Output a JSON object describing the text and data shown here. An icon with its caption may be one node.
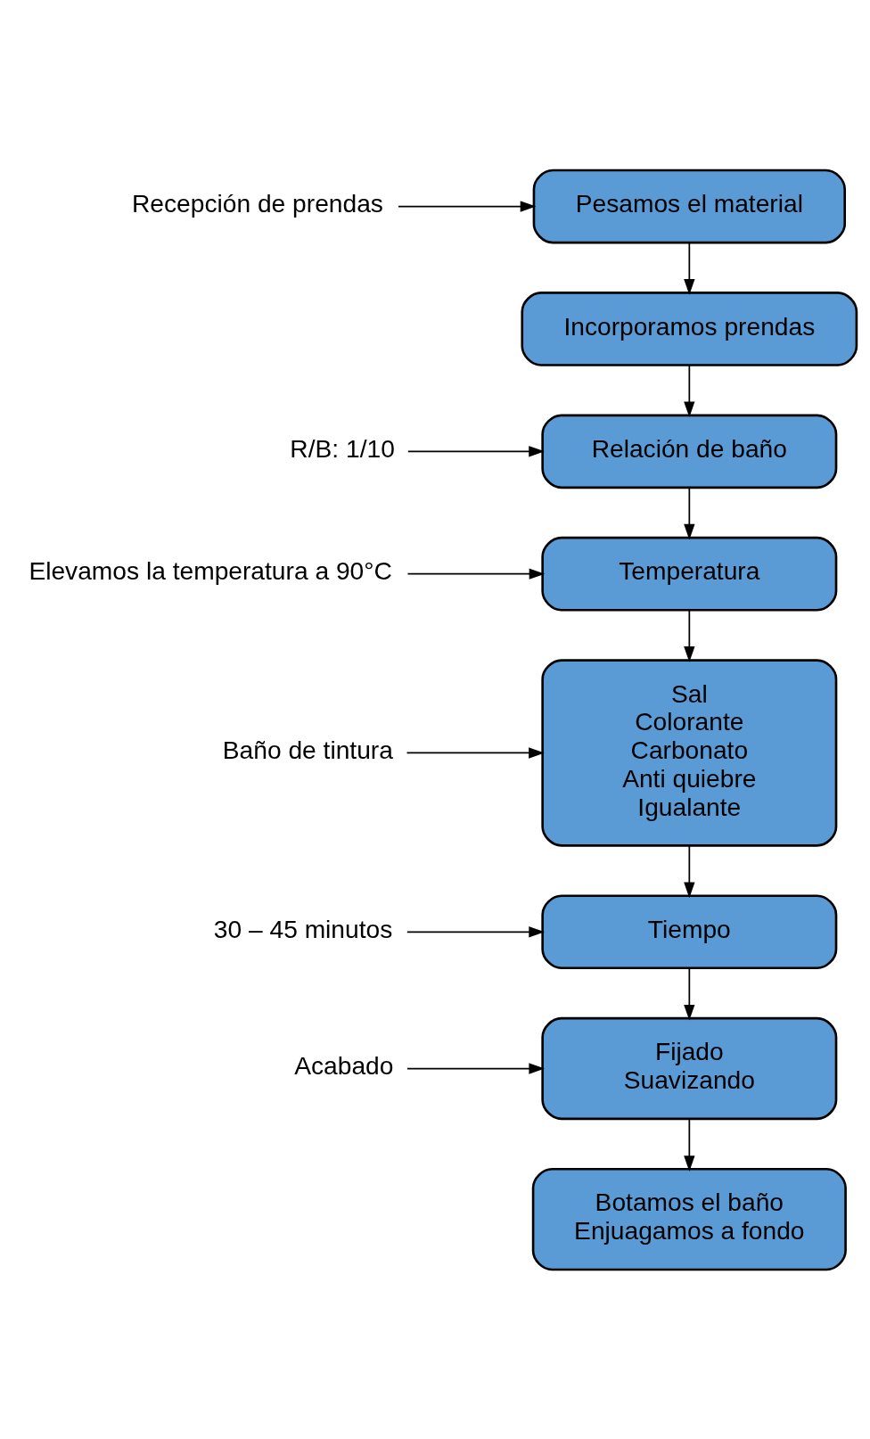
{
  "diagram": {
    "nodes": [
      {
        "text": [
          "Recepción de prendas"
        ]
      },
      {
        "text": [
          "Pesamos el material"
        ]
      },
      {
        "text": [
          "Incorporamos prendas"
        ]
      },
      {
        "text": [
          "R/B: 1/10"
        ]
      },
      {
        "text": [
          "Relación de baño"
        ]
      },
      {
        "text": [
          "Elevamos la temperatura a 90°C"
        ]
      },
      {
        "text": [
          "Temperatura"
        ]
      },
      {
        "text": [
          "Baño de tintura"
        ]
      },
      {
        "text": [
          "Sal",
          "Colorante",
          "Carbonato",
          "Anti quiebre",
          "Igualante"
        ]
      },
      {
        "text": [
          "30 – 45 minutos"
        ]
      },
      {
        "text": [
          "Tiempo"
        ]
      },
      {
        "text": [
          "Acabado"
        ]
      },
      {
        "text": [
          "Fijado",
          "Suavizando"
        ]
      },
      {
        "text": [
          "Botamos el baño",
          "Enjuagamos a fondo"
        ]
      }
    ],
    "edges": [
      {
        "from": 0,
        "to": 1,
        "arrow": "to"
      },
      {
        "from": 1,
        "to": 2,
        "arrow": "to"
      },
      {
        "from": 3,
        "to": 4,
        "arrow": "to"
      },
      {
        "from": 2,
        "to": 4,
        "arrow": "to"
      },
      {
        "from": 5,
        "to": 6,
        "arrow": "to"
      },
      {
        "from": 4,
        "to": 6,
        "arrow": "to"
      },
      {
        "from": 7,
        "to": 8,
        "arrow": "to"
      },
      {
        "from": 6,
        "to": 8,
        "arrow": "to"
      },
      {
        "from": 9,
        "to": 10,
        "arrow": "to"
      },
      {
        "from": 8,
        "to": 10,
        "arrow": "to"
      },
      {
        "from": 11,
        "to": 12,
        "arrow": "to"
      },
      {
        "from": 10,
        "to": 12,
        "arrow": "to"
      },
      {
        "from": 12,
        "to": 13,
        "arrow": "to"
      }
    ]
  }
}
